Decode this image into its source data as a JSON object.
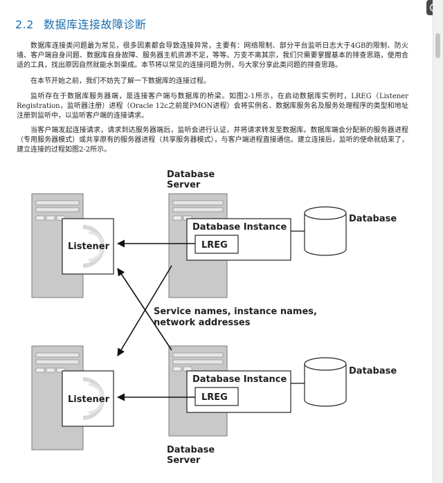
{
  "section": {
    "number": "2.2",
    "title": "数据库连接故障诊断"
  },
  "paragraphs": [
    "数据库连接类问题最为常见，很多因素都会导致连接异常，主要有：网络限制、部分平台监听日志大于4GB的限制、防火墙、客户端自身问题、数据库自身故障、服务器主机资源不足，等等。万变不离其宗，我们只需要掌握基本的排查思路，使用合适的工具，找出原因自然就能水到渠成。本节将以常见的连接问题为例，与大家分享此类问题的排查思路。",
    "在本节开始之前，我们不妨先了解一下数据库的连接过程。",
    "监听存在于数据库服务器端，是连接客户端与数据库的桥梁。如图2-1所示，在启动数据库实例时，LREG（Listener Registration，监听器注册）进程（Oracle 12c之前是PMON进程）会将实例名、数据库服务名及服务处理程序的类型和地址注册到监听中，以监听客户端的连接请求。",
    "当客户端发起连接请求，请求到达服务器端后，监听会进行认证，并将请求转发至数据库。数据库端会分配新的服务器进程（专用服务器模式）或共享原有的服务器进程（共享服务器模式），与客户端进程直接通信。建立连接后，监听的使命就结束了，建立连接的过程如图2-2所示。"
  ],
  "figure": {
    "top_server_label_line1": "Database",
    "top_server_label_line2": "Server",
    "bottom_server_label_line1": "Database",
    "bottom_server_label_line2": "Server",
    "instance_label": "Database Instance",
    "lreg_label": "LREG",
    "listener_label": "Listener",
    "database_label": "Database",
    "cross_label_line1": "Service names, instance names,",
    "cross_label_line2": "network addresses"
  }
}
